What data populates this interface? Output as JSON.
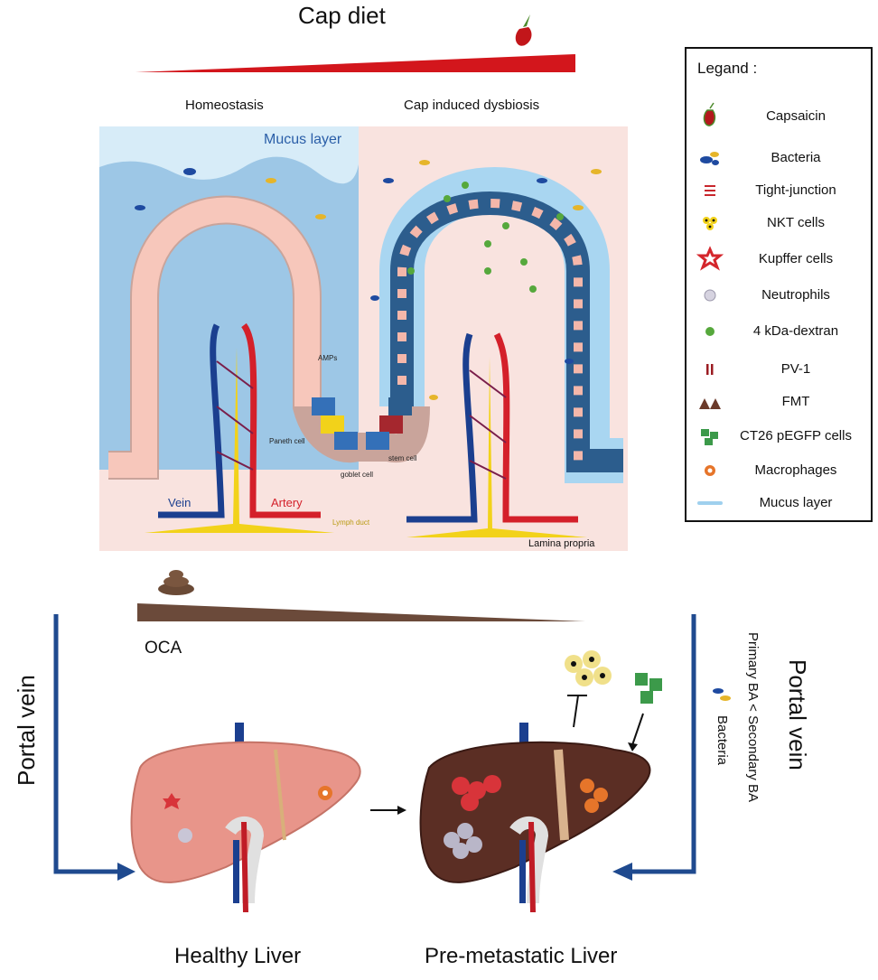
{
  "title": "Cap diet",
  "panels": {
    "left_label": "Homeostasis",
    "right_label": "Cap induced dysbiosis"
  },
  "intestine_labels": {
    "mucus_layer": "Mucus layer",
    "amps": "AMPs",
    "paneth_cell": "Paneth cell",
    "stem_cell": "stem cell",
    "goblet_cell": "goblet cell",
    "vein": "Vein",
    "artery": "Artery",
    "lymph_duct": "Lymph duct",
    "lamina_propria": "Lamina propria"
  },
  "oca_label": "OCA",
  "portal_vein_left": "Portal vein",
  "portal_vein_right": "Portal vein",
  "ba_label": "Primary BA < Secondary BA",
  "bacteria_label": "Bacteria",
  "liver_labels": {
    "healthy": "Healthy Liver",
    "premetastatic": "Pre-metastatic Liver"
  },
  "legend": {
    "title": "Legand :",
    "items": [
      {
        "label": "Capsaicin",
        "icon": "pepper-icon"
      },
      {
        "label": "Bacteria",
        "icon": "bacteria-icon"
      },
      {
        "label": "Tight-junction",
        "icon": "tight-junction-icon"
      },
      {
        "label": "NKT cells",
        "icon": "nkt-cell-icon"
      },
      {
        "label": "Kupffer cells",
        "icon": "kupffer-cell-icon"
      },
      {
        "label": "Neutrophils",
        "icon": "neutrophil-icon"
      },
      {
        "label": "4 kDa-dextran",
        "icon": "dextran-icon"
      },
      {
        "label": "PV-1",
        "icon": "pv1-icon"
      },
      {
        "label": "FMT",
        "icon": "fmt-icon"
      },
      {
        "label": "CT26 pEGFP cells",
        "icon": "ct26-cell-icon"
      },
      {
        "label": "Macrophages",
        "icon": "macrophage-icon"
      },
      {
        "label": "Mucus layer",
        "icon": "mucus-layer-icon"
      }
    ]
  },
  "colors": {
    "vein": "#1b3f8f",
    "artery": "#d4202a",
    "lymph": "#f2d21a",
    "mucus": "#9fd0ee",
    "healthy_liver": "#e8958a",
    "diseased_liver": "#5b2e24"
  }
}
